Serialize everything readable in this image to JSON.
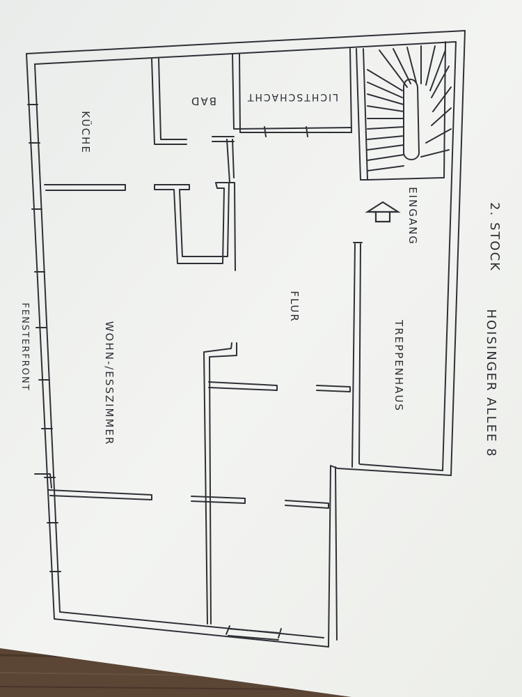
{
  "labels": {
    "kueche": "KÜCHE",
    "bad": "BAD",
    "lichtschacht": "LICHTSCHACHT",
    "eingang": "EINGANG",
    "wohnzimmer": "WOHN-/ESSZIMMER",
    "flur": "FLUR",
    "fensterfront": "FENSTERFRONT",
    "treppenhaus": "TREPPENHAUS",
    "address": "HOISINGER ALLEE 8",
    "stock": "2. STOCK"
  },
  "colors": {
    "paper": "#f4f5f3",
    "ink": "#2e3036",
    "wood": "#5b4535"
  }
}
